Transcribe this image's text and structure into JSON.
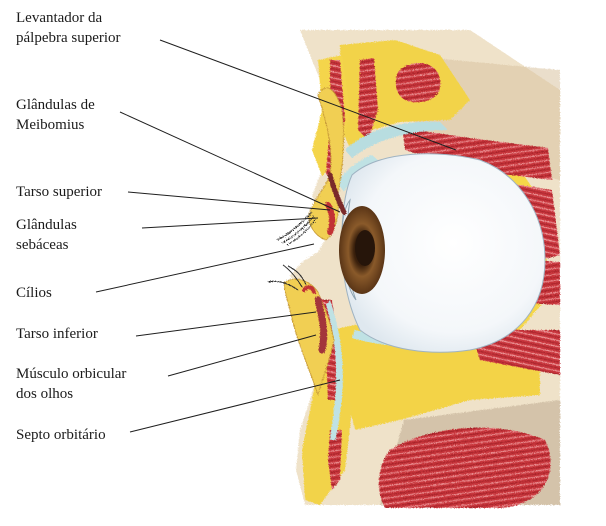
{
  "labels": [
    {
      "id": "levantador",
      "lines": [
        "Levantador da",
        "pálpebra superior"
      ]
    },
    {
      "id": "meibomius",
      "lines": [
        "Glândulas de",
        "Meibomius"
      ]
    },
    {
      "id": "tarso-superior",
      "lines": [
        "Tarso superior"
      ]
    },
    {
      "id": "sebaceas",
      "lines": [
        "Glândulas",
        "sebáceas"
      ]
    },
    {
      "id": "cilios",
      "lines": [
        "Cílios"
      ]
    },
    {
      "id": "tarso-inferior",
      "lines": [
        "Tarso inferior"
      ]
    },
    {
      "id": "orbicular",
      "lines": [
        "Músculo orbicular",
        "dos olhos"
      ]
    },
    {
      "id": "septo",
      "lines": [
        "Septo orbitário"
      ]
    }
  ]
}
